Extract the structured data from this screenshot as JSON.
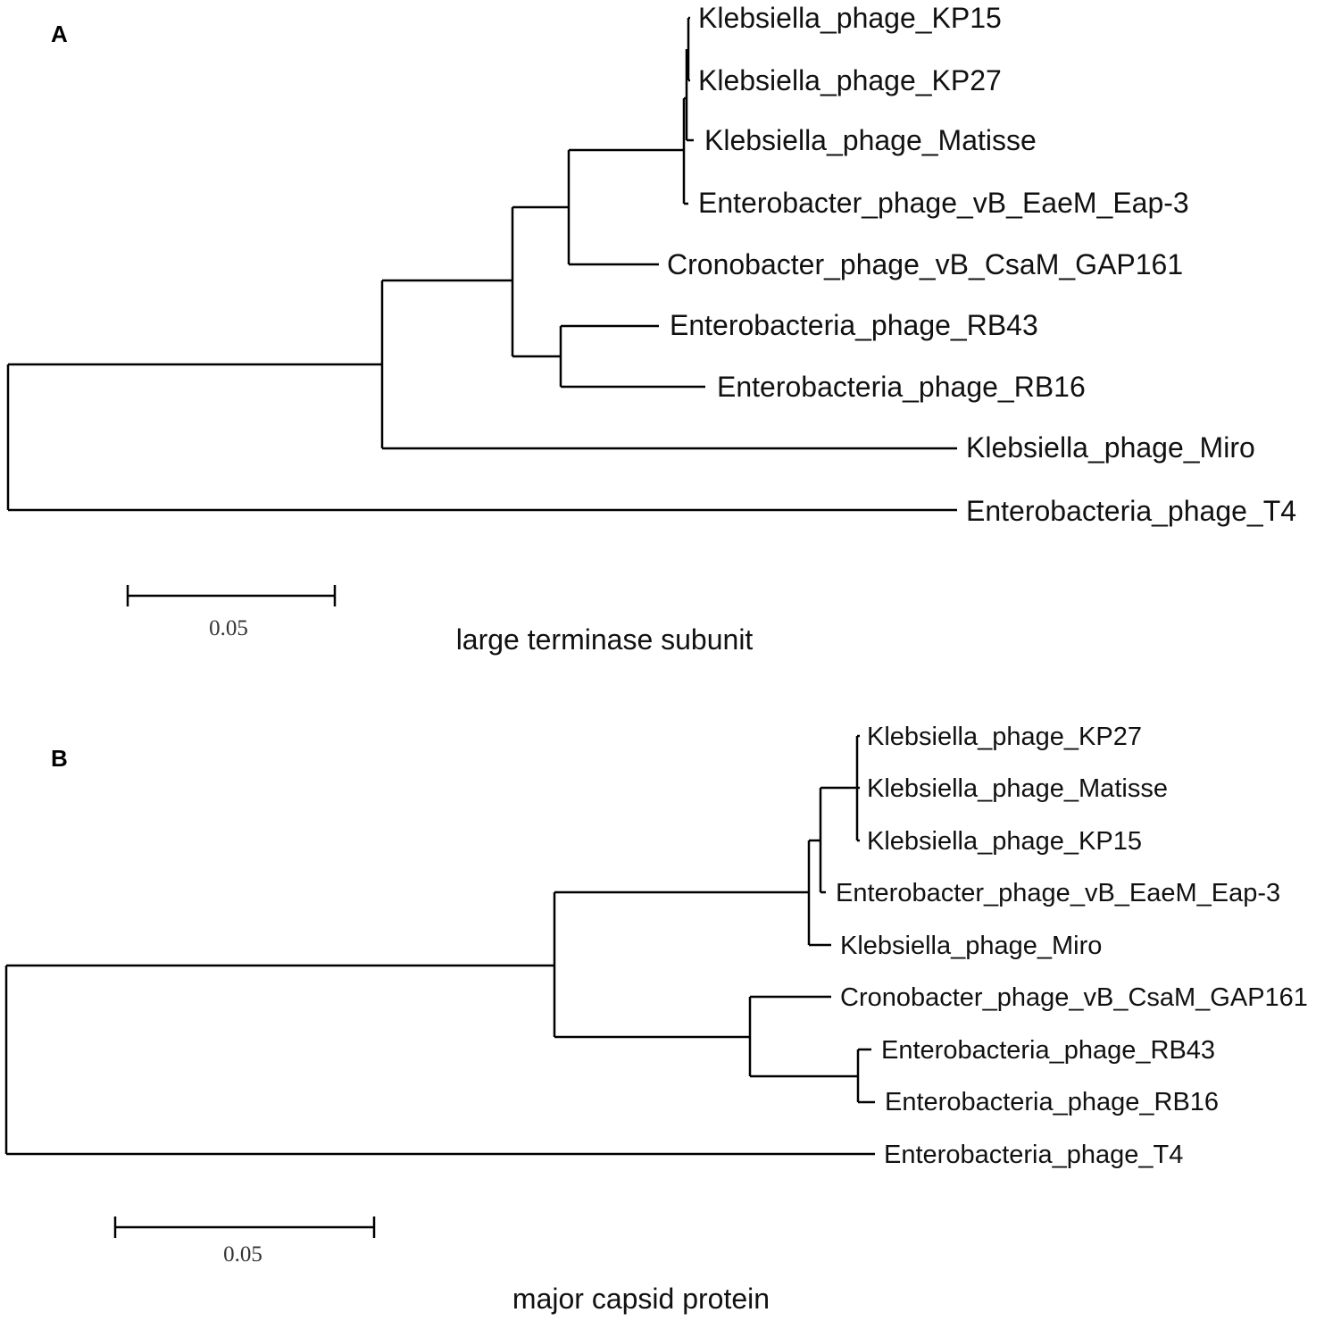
{
  "panels": [
    {
      "letter": "A",
      "caption": "large terminase subunit",
      "scale_bar_label": "0.05",
      "leaves": [
        "Klebsiella_phage_KP15",
        "Klebsiella_phage_KP27",
        "Klebsiella_phage_Matisse",
        "Enterobacter_phage_vB_EaeM_Eap-3",
        "Cronobacter_phage_vB_CsaM_GAP161",
        "Enterobacteria_phage_RB43",
        "Enterobacteria_phage_RB16",
        "Klebsiella_phage_Miro",
        "Enterobacteria_phage_T4"
      ]
    },
    {
      "letter": "B",
      "caption": "major capsid protein",
      "scale_bar_label": "0.05",
      "leaves": [
        "Klebsiella_phage_KP27",
        "Klebsiella_phage_Matisse",
        "Klebsiella_phage_KP15",
        "Enterobacter_phage_vB_EaeM_Eap-3",
        "Klebsiella_phage_Miro",
        "Cronobacter_phage_vB_CsaM_GAP161",
        "Enterobacteria_phage_RB43",
        "Enterobacteria_phage_RB16",
        "Enterobacteria_phage_T4"
      ]
    }
  ]
}
